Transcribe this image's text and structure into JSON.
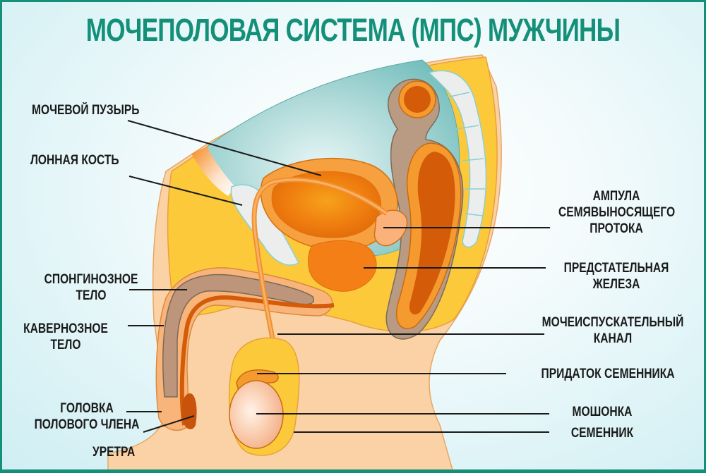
{
  "title": "МОЧЕПОЛОВАЯ СИСТЕМА (МПС) МУЖЧИНЫ",
  "colors": {
    "title": "#14907a",
    "border": "#14907a",
    "background": "#dff4f7",
    "label_text": "#1a1a1a"
  },
  "labels_left": [
    {
      "id": "bladder",
      "lines": [
        "МОЧЕВОЙ ПУЗЫРЬ"
      ]
    },
    {
      "id": "pubic_bone",
      "lines": [
        "ЛОННАЯ КОСТЬ"
      ]
    },
    {
      "id": "spongy_body",
      "lines": [
        "СПОНГИНОЗНОЕ",
        "ТЕЛО"
      ]
    },
    {
      "id": "cavernous_body",
      "lines": [
        "КАВЕРНОЗНОЕ",
        "ТЕЛО"
      ]
    },
    {
      "id": "glans",
      "lines": [
        "ГОЛОВКА",
        "ПОЛОВОГО ЧЛЕНА"
      ]
    },
    {
      "id": "urethra",
      "lines": [
        "УРЕТРА"
      ]
    }
  ],
  "labels_right": [
    {
      "id": "ampulla",
      "lines": [
        "АМПУЛА",
        "СЕМЯВЫНОСЯЩЕГО",
        "ПРОТОКА"
      ]
    },
    {
      "id": "prostate",
      "lines": [
        "ПРЕДСТАТЕЛЬНАЯ",
        "ЖЕЛЕЗА"
      ]
    },
    {
      "id": "urethral_canal",
      "lines": [
        "МОЧЕИСПУСКАТЕЛЬНЫЙ",
        "КАНАЛ"
      ]
    },
    {
      "id": "epididymis",
      "lines": [
        "ПРИДАТОК СЕМЕННИКА"
      ]
    },
    {
      "id": "scrotum",
      "lines": [
        "МОШОНКА"
      ]
    },
    {
      "id": "testicle",
      "lines": [
        "СЕМЕННИК"
      ]
    }
  ]
}
